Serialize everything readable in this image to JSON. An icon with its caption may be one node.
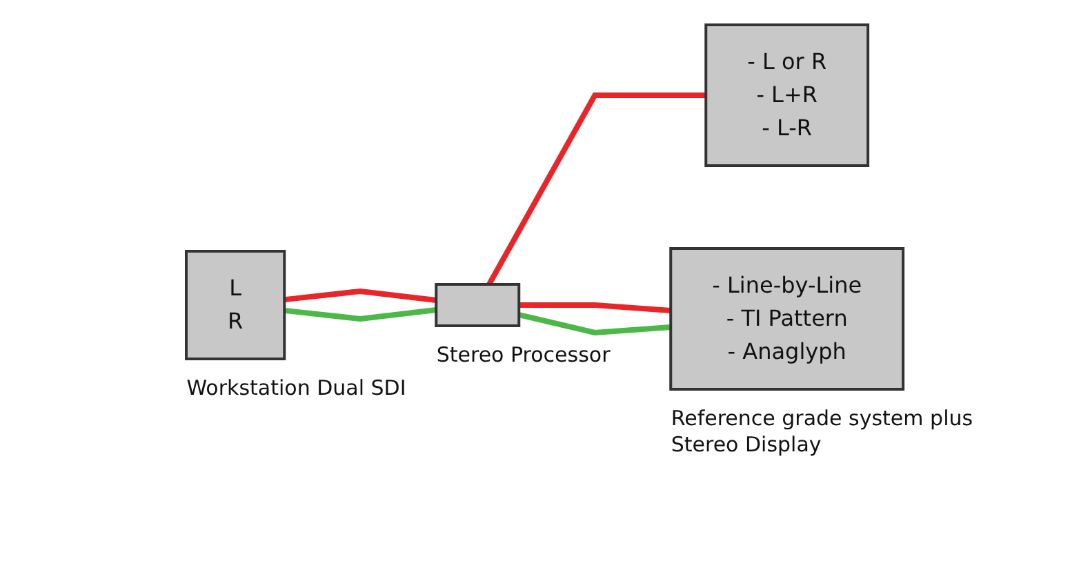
{
  "diagram": {
    "nodes": [
      {
        "text": [
          "L",
          "R"
        ],
        "beside": [
          "Workstation Dual SDI"
        ]
      },
      {
        "text": [],
        "shape": "box",
        "beside": [
          "Stereo Processor"
        ]
      },
      {
        "text": [
          "- L or R",
          "- L+R",
          "- L-R"
        ]
      },
      {
        "text": [
          "- Line-by-Line",
          "- TI Pattern",
          "- Anaglyph"
        ],
        "beside": [
          "Reference grade system plus Stereo Display"
        ]
      }
    ],
    "edges": [
      {
        "from": 0,
        "to": 1,
        "arrow": "none",
        "color": "#e8262a"
      },
      {
        "from": 0,
        "to": 1,
        "arrow": "none",
        "color": "#4cb848"
      },
      {
        "from": 1,
        "to": 2,
        "arrow": "none",
        "color": "#e8262a"
      },
      {
        "from": 1,
        "to": 3,
        "arrow": "none",
        "color": "#e8262a"
      },
      {
        "from": 1,
        "to": 3,
        "arrow": "none",
        "color": "#4cb848"
      }
    ]
  }
}
